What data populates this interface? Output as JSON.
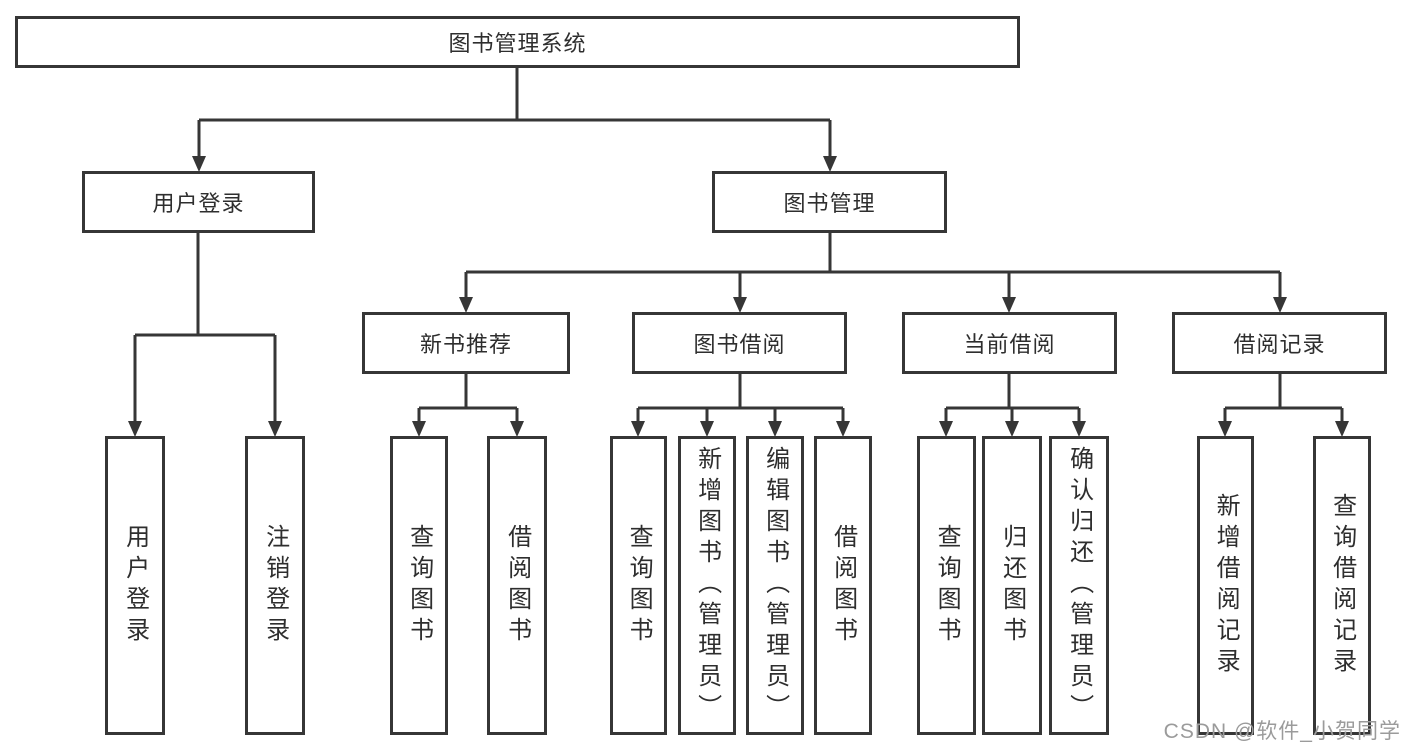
{
  "diagram": {
    "root": {
      "label": "图书管理系统"
    },
    "branches": [
      {
        "label": "用户登录",
        "children": [
          {
            "label": "用户登录"
          },
          {
            "label": "注销登录"
          }
        ]
      },
      {
        "label": "图书管理",
        "children": [
          {
            "label": "新书推荐",
            "children": [
              {
                "label": "查询图书"
              },
              {
                "label": "借阅图书"
              }
            ]
          },
          {
            "label": "图书借阅",
            "children": [
              {
                "label": "查询图书"
              },
              {
                "label": "新增图书（管理员）"
              },
              {
                "label": "编辑图书（管理员）"
              },
              {
                "label": "借阅图书"
              }
            ]
          },
          {
            "label": "当前借阅",
            "children": [
              {
                "label": "查询图书"
              },
              {
                "label": "归还图书"
              },
              {
                "label": "确认归还（管理员）"
              }
            ]
          },
          {
            "label": "借阅记录",
            "children": [
              {
                "label": "新增借阅记录"
              },
              {
                "label": "查询借阅记录"
              }
            ]
          }
        ]
      }
    ]
  },
  "watermark": {
    "text": "CSDN @软件_小贺同学"
  },
  "colors": {
    "line": "#363636",
    "text": "#2e2e2e",
    "watermark": "#9b9b9b",
    "background": "#ffffff"
  }
}
